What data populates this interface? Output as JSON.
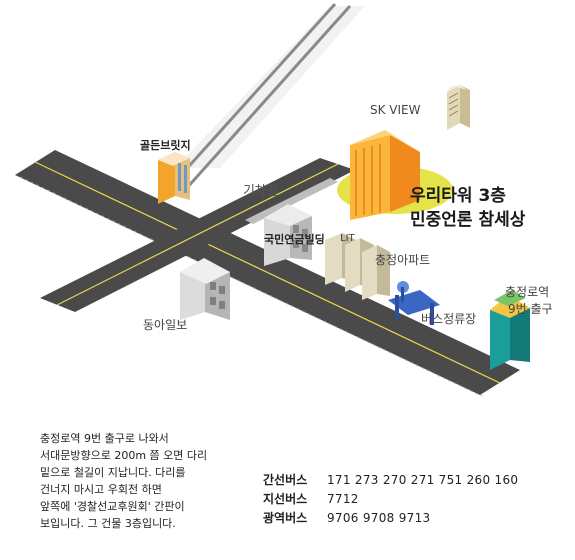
{
  "map": {
    "labels": {
      "sk_view": "SK VIEW",
      "golden_brix": "골든브릿지",
      "gichalgil": "기차길",
      "main_building_line1": "우리타워 3층",
      "main_building_line2": "민중언론 참세상",
      "national_pension": "국민연금빌딩",
      "lit": "LIT",
      "chungjeong_apt": "충정아파트",
      "bus_stop": "버스정류장",
      "station_exit_line1": "충정로역",
      "station_exit_line2": "9번 출구",
      "donga_ilbo": "동아일보"
    },
    "colors": {
      "road": "#4a4a4a",
      "center_line": "#e8d84a",
      "rail": "#8a8a8a",
      "main_building": "#f5a11a",
      "highlight": "#e4e44a",
      "station": "#1a9e9a"
    }
  },
  "directions": {
    "lines": [
      "충정로역 9번 출구로 나와서",
      "서대문방향으로 200m 쯤 오면 다리",
      "밑으로 철길이 지납니다. 다리를",
      "건너지 마시고 우회전 하면",
      "앞쪽에 '경찰선교후원회' 간판이",
      "보입니다. 그 건물 3층입니다."
    ]
  },
  "bus": {
    "routes": [
      {
        "type": "간선버스",
        "numbers": "171  273  270  271  751  260  160"
      },
      {
        "type": "지선버스",
        "numbers": "7712"
      },
      {
        "type": "광역버스",
        "numbers": "9706   9708   9713"
      }
    ]
  }
}
